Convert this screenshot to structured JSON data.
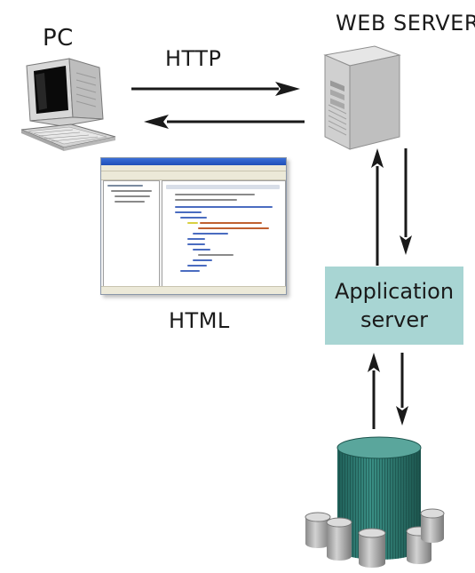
{
  "labels": {
    "pc": "PC",
    "http": "HTTP",
    "web_server": "WEB SERVER",
    "html": "HTML",
    "app_server_line1": "Application",
    "app_server_line2": "server"
  },
  "colors": {
    "app_box": "#a8d5d3",
    "database_teal": "#2f7f76",
    "arrow": "#1a1a1a"
  }
}
